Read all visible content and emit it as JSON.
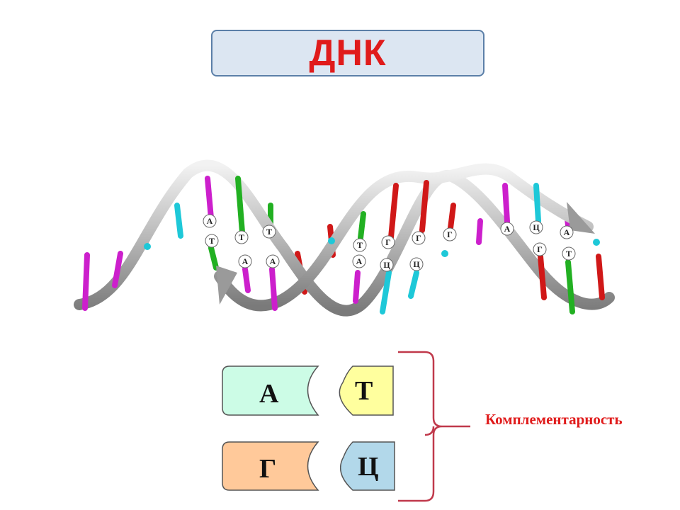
{
  "title": "ДНК",
  "helix_letters": {
    "upper": [
      "А",
      "Т",
      "Т",
      "Т",
      "Г",
      "Г",
      "Г",
      "А",
      "Ц",
      "А",
      "Г",
      "Т"
    ],
    "lower": [
      "Т",
      "А",
      "А",
      "А",
      "Ц",
      "Ц"
    ]
  },
  "pairs": [
    {
      "left": "А",
      "right": "Т",
      "left_color": "#ccfce6",
      "right_color": "#ffff9e"
    },
    {
      "left": "Г",
      "right": "Ц",
      "left_color": "#ffc99a",
      "right_color": "#b2d8ea"
    }
  ],
  "complementarity_label": "Комплементарность",
  "colors": {
    "title_text": "#e01b1b",
    "title_box": "#dce6f2",
    "bracket": "#c0394b",
    "rung_magenta": "#cc1fcc",
    "rung_green": "#22b022",
    "rung_red": "#d01818",
    "rung_cyan": "#1ec8d8"
  }
}
